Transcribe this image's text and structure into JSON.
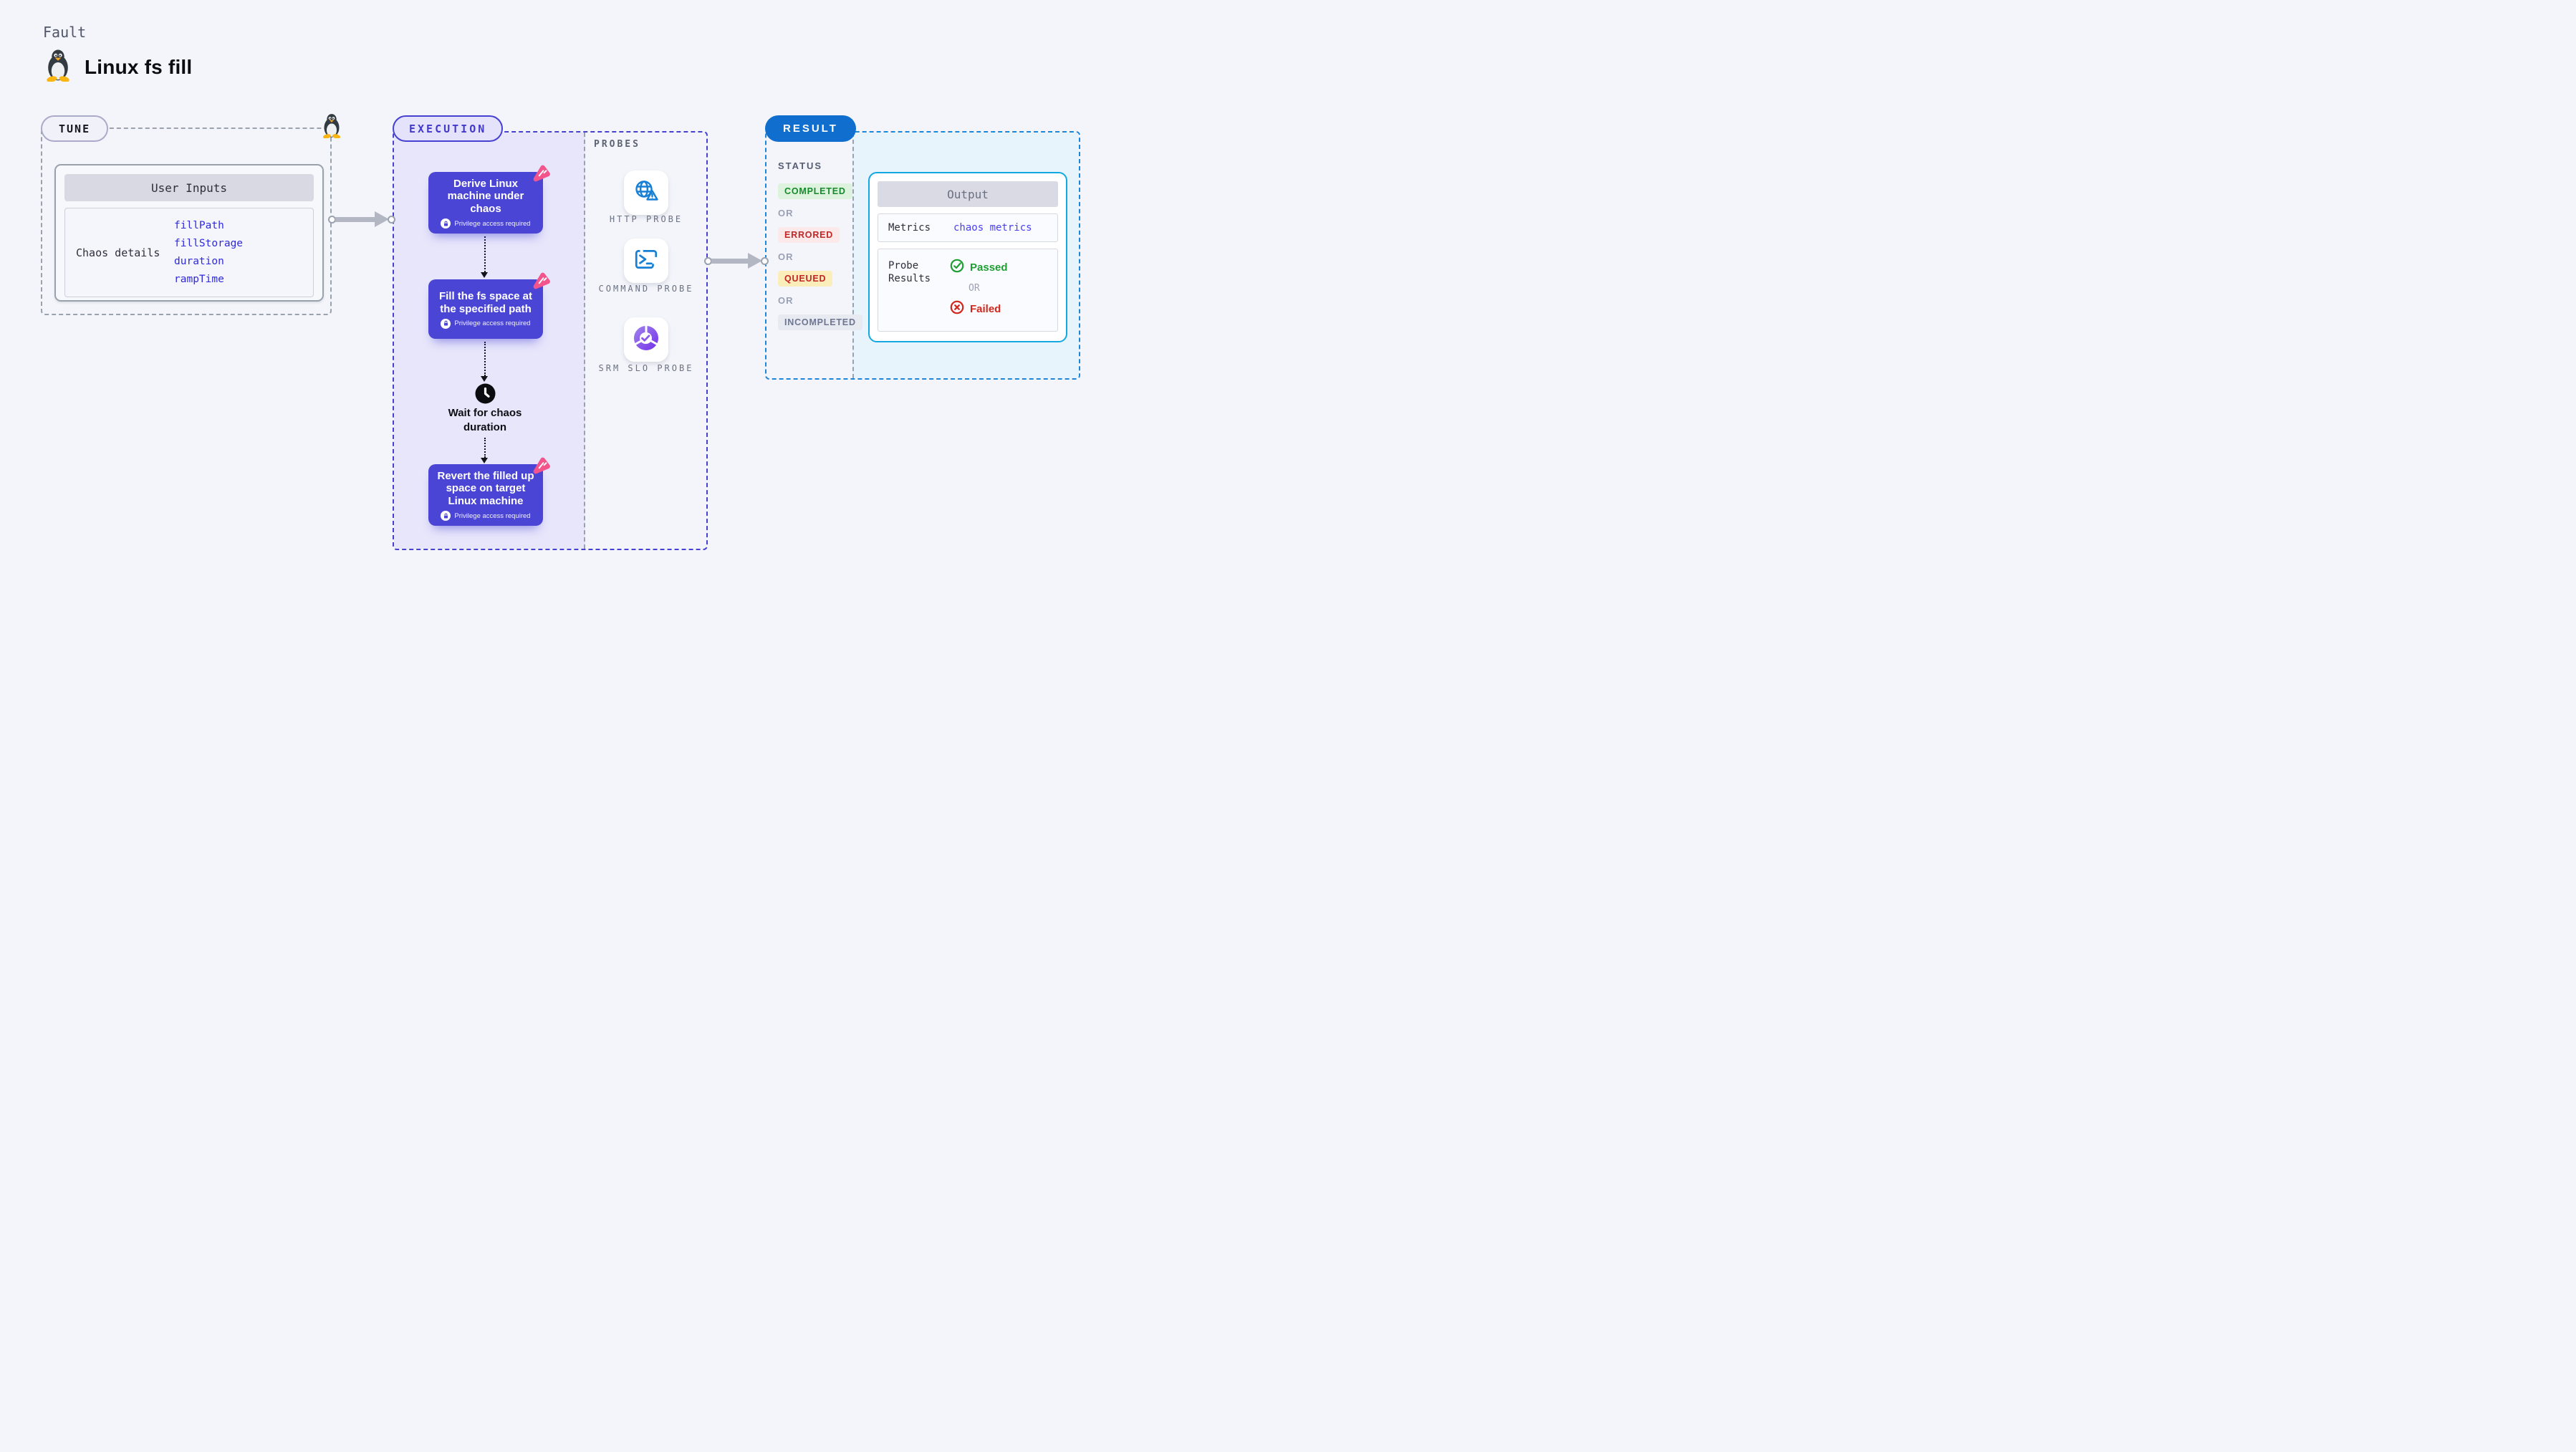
{
  "page": {
    "background": "#f3f5fa"
  },
  "header": {
    "eyebrow": "Fault",
    "title": "Linux fs fill",
    "title_icon": "tux-penguin-icon"
  },
  "tune": {
    "badge_label": "TUNE",
    "corner_icon": "tux-penguin-icon",
    "user_inputs": {
      "header": "User Inputs",
      "row_label": "Chaos details",
      "values": [
        "fillPath",
        "fillStorage",
        "duration",
        "rampTime"
      ],
      "value_color": "#2f2ae0"
    }
  },
  "execution": {
    "badge_label": "EXECUTION",
    "accent_color": "#4741d2",
    "steps": [
      {
        "title": "Derive Linux machine under chaos",
        "note": "Privilege access required"
      },
      {
        "title": "Fill the fs space at the specified path",
        "note": "Privilege access required"
      },
      {
        "title": "Revert the filled up space on target Linux machine",
        "note": "Privilege access required"
      }
    ],
    "wait_label": "Wait for chaos duration",
    "probes": {
      "header": "PROBES",
      "items": [
        {
          "label": "HTTP PROBE",
          "icon": "globe-warning-icon"
        },
        {
          "label": "COMMAND PROBE",
          "icon": "terminal-prompt-icon"
        },
        {
          "label": "SRM SLO PROBE",
          "icon": "slo-donut-check-icon"
        }
      ],
      "icon_color": "#177fd4"
    }
  },
  "result": {
    "badge_label": "RESULT",
    "accent_color": "#1d86d8",
    "status": {
      "header": "STATUS",
      "separator": "OR",
      "items": [
        {
          "label": "COMPLETED",
          "bg": "#ddf3de",
          "color": "#17892d"
        },
        {
          "label": "ERRORED",
          "bg": "#fceaea",
          "color": "#c22626"
        },
        {
          "label": "QUEUED",
          "bg": "#fbeebb",
          "color": "#c22626"
        },
        {
          "label": "INCOMPLETED",
          "bg": "#e8eaf2",
          "color": "#6e7590"
        }
      ]
    },
    "output": {
      "header": "Output",
      "metrics_label": "Metrics",
      "metrics_value": "chaos metrics",
      "probe_results_label": "Probe Results",
      "passed_label": "Passed",
      "separator": "OR",
      "failed_label": "Failed",
      "passed_color": "#1f9e33",
      "failed_color": "#d2271d",
      "border_color": "#12a8e1"
    }
  }
}
